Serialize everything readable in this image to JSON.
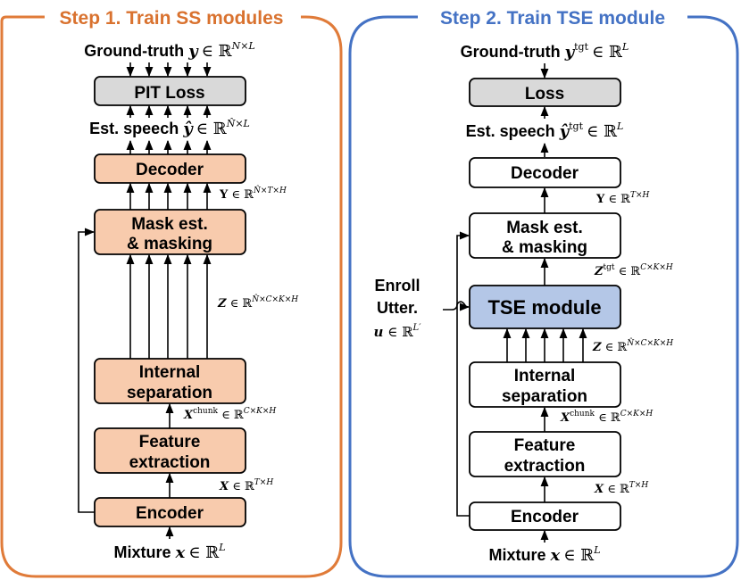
{
  "panel1": {
    "title": "Step 1. Train SS modules",
    "ground_truth": {
      "text": "Ground-truth ",
      "var": "y",
      "rel": "∈ ℝ",
      "sup": "N×L"
    },
    "loss_label": "PIT Loss",
    "est_speech": {
      "text": "Est. speech ",
      "var": "ŷ",
      "rel": "∈ ℝ",
      "sup": "N̂×L"
    },
    "decoder_label": "Decoder",
    "Y_label": {
      "var": "Y",
      "rel": " ∈ ℝ",
      "sup": "N̂×T×H"
    },
    "mask_line1": "Mask est.",
    "mask_line2": "& masking",
    "Z_label": {
      "var": "Z",
      "rel": " ∈ ℝ",
      "sup": "N̂×C×K×H"
    },
    "internal_line1": "Internal",
    "internal_line2": "separation",
    "Xchunk_label": {
      "var": "X",
      "sup1": "chunk",
      "rel": " ∈ ℝ",
      "sup": "C×K×H"
    },
    "feature_line1": "Feature",
    "feature_line2": "extraction",
    "X_label": {
      "var": "X",
      "rel": " ∈ ℝ",
      "sup": "T×H"
    },
    "encoder_label": "Encoder",
    "mixture": {
      "text": "Mixture ",
      "var": "x",
      "rel": "∈ ℝ",
      "sup": "L"
    }
  },
  "panel2": {
    "title": "Step 2. Train TSE module",
    "ground_truth": {
      "text": "Ground-truth ",
      "var": "y",
      "sup1": "tgt",
      "rel": "∈ ℝ",
      "sup": "L"
    },
    "loss_label": "Loss",
    "est_speech": {
      "text": "Est. speech ",
      "var": "ŷ",
      "sup1": "tgt",
      "rel": "∈ ℝ",
      "sup": "L"
    },
    "decoder_label": "Decoder",
    "Y_label": {
      "var": "Y",
      "rel": " ∈ ℝ",
      "sup": "T×H"
    },
    "mask_line1": "Mask est.",
    "mask_line2": "& masking",
    "Ztgt_label": {
      "var": "Z",
      "sup1": "tgt",
      "rel": " ∈ ℝ",
      "sup": "C×K×H"
    },
    "tse_label": "TSE module",
    "enroll_line1": "Enroll",
    "enroll_line2": "Utter.",
    "enroll_var": {
      "var": "u",
      "rel": " ∈ ℝ",
      "sup": "L′"
    },
    "Z_label": {
      "var": "Z",
      "rel": " ∈ ℝ",
      "sup": "N̂×C×K×H"
    },
    "internal_line1": "Internal",
    "internal_line2": "separation",
    "Xchunk_label": {
      "var": "X",
      "sup1": "chunk",
      "rel": " ∈ ℝ",
      "sup": "C×K×H"
    },
    "feature_line1": "Feature",
    "feature_line2": "extraction",
    "X_label": {
      "var": "X",
      "rel": " ∈ ℝ",
      "sup": "T×H"
    },
    "encoder_label": "Encoder",
    "mixture": {
      "text": "Mixture ",
      "var": "x",
      "rel": "∈ ℝ",
      "sup": "L"
    }
  },
  "colors": {
    "panel1_border": "#E07B39",
    "panel1_title": "#D9722F",
    "panel2_border": "#4472C4",
    "panel2_title": "#4472C4",
    "orange_fill": "#F8CBAD",
    "gray_fill": "#D9D9D9",
    "blue_fill": "#B4C7E7",
    "white_fill": "#FFFFFF",
    "stroke": "#000000"
  }
}
